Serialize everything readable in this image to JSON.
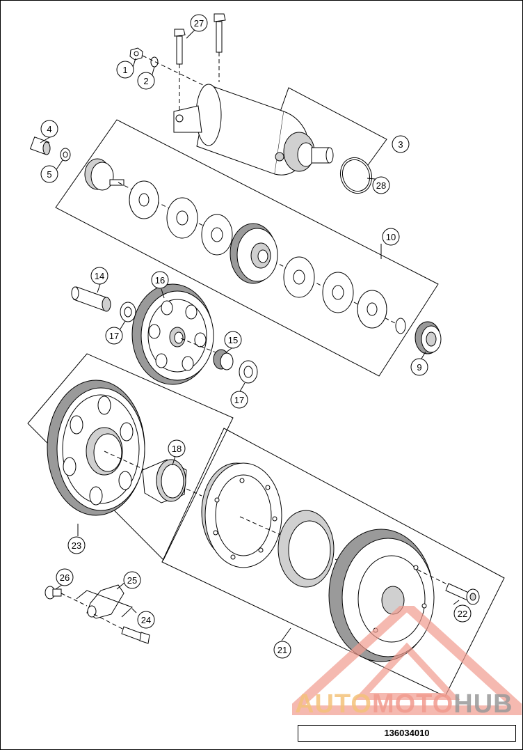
{
  "diagram": {
    "reference_number": "136034010",
    "callouts": [
      "1",
      "2",
      "3",
      "4",
      "5",
      "9",
      "10",
      "14",
      "15",
      "16",
      "17",
      "17",
      "18",
      "21",
      "22",
      "23",
      "24",
      "25",
      "26",
      "27",
      "28"
    ]
  },
  "watermark": {
    "part1": "AUTO",
    "part2": "MOTO",
    "part3": "HUB"
  },
  "colors": {
    "watermark_red": "#f19b8f",
    "watermark_orange": "#f4c27a",
    "watermark_gray": "#9a9a9a"
  }
}
